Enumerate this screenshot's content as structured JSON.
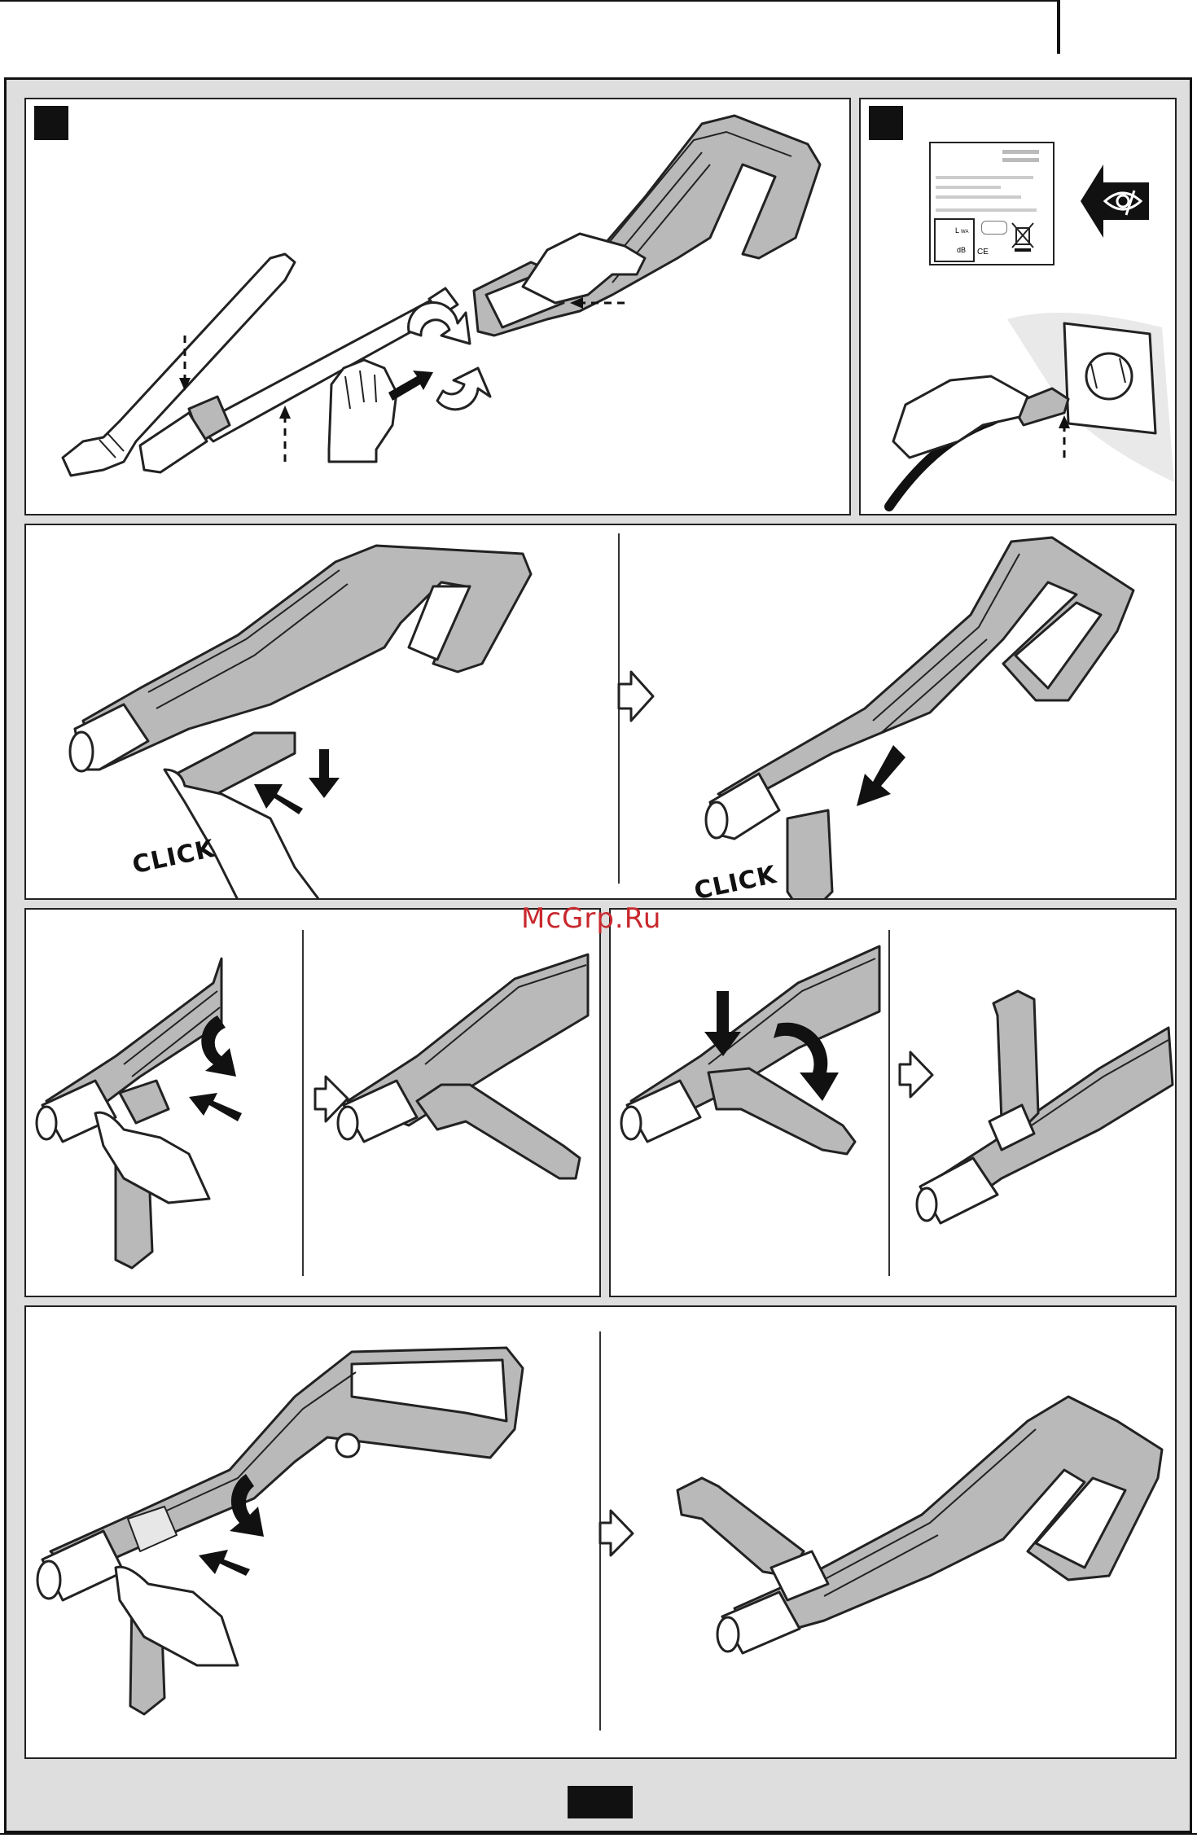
{
  "annotations": {
    "click_label_1": "CLICK",
    "click_label_2": "CLICK"
  },
  "watermark": {
    "text": "McGrp.Ru",
    "color": "#c8282d"
  },
  "label_sticker": {
    "sound_symbol": "L",
    "sound_subscript": "WA",
    "unit": "dB",
    "conformity_mark": "CE"
  },
  "icons": {
    "read_manual": "read-manual-eye-icon",
    "recycling": "crossed-out-bin-icon",
    "sequence": "next-step-arrow-icon"
  },
  "colors": {
    "frame_background": "#dedede",
    "ink": "#222222",
    "watermark": "#c8282d"
  }
}
